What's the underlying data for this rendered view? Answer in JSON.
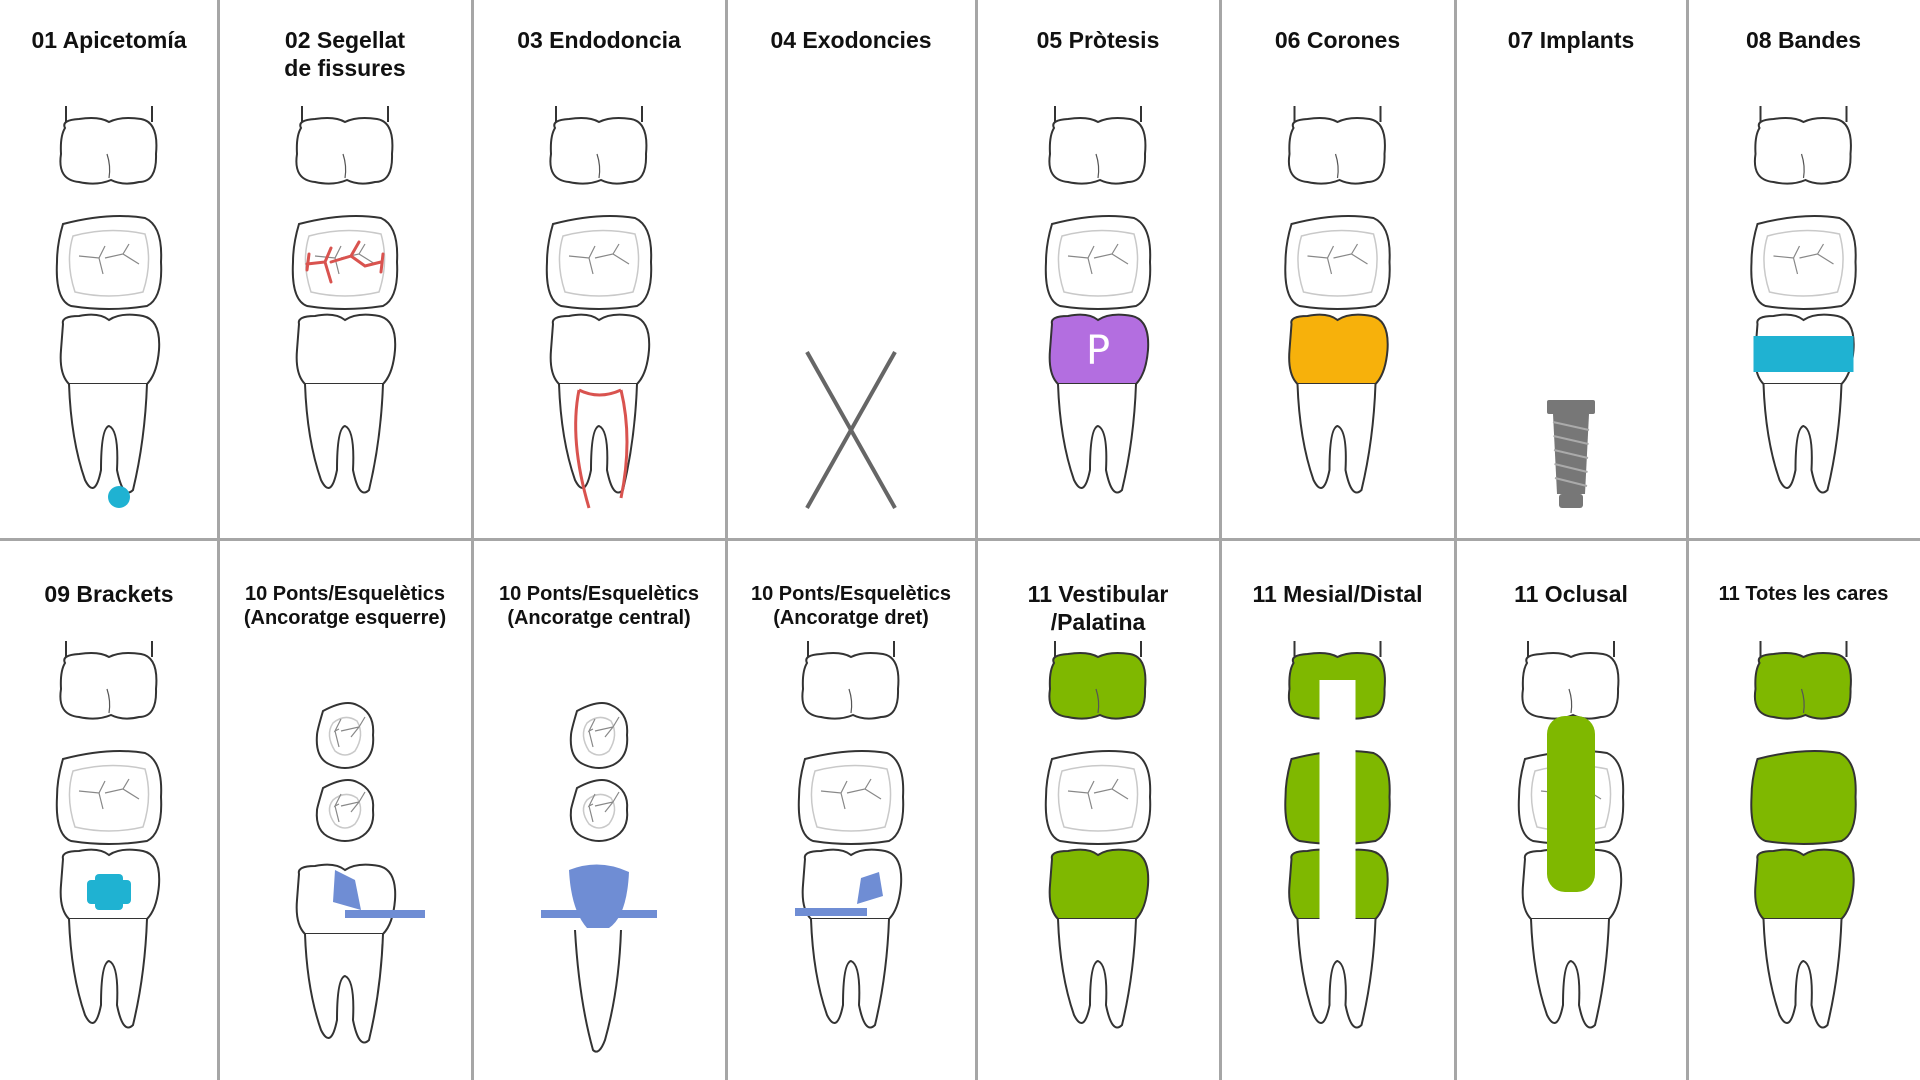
{
  "colors": {
    "outline": "#333333",
    "fissure": "#c9c9c9",
    "apicectomy": "#1fb2d2",
    "sealant": "#d9534f",
    "endodontic": "#d9534f",
    "extraction": "#666666",
    "prosthesis": "#b36ee0",
    "crown": "#f7b10b",
    "implant": "#777777",
    "band": "#1fb2d2",
    "bracket": "#1fb2d2",
    "bridge": "#6f8dd4",
    "surface": "#7fb800",
    "divider": "#a6a6a6"
  },
  "cells": [
    {
      "title": [
        "01 Apicetomía"
      ],
      "treatment": "apicectomy"
    },
    {
      "title": [
        "02 Segellat",
        "de fissures"
      ],
      "treatment": "sealant"
    },
    {
      "title": [
        "03 Endodoncia"
      ],
      "treatment": "endodontic"
    },
    {
      "title": [
        "04 Exodoncies"
      ],
      "treatment": "extraction"
    },
    {
      "title": [
        "05 Pròtesis"
      ],
      "treatment": "prosthesis",
      "badge": "P"
    },
    {
      "title": [
        "06 Corones"
      ],
      "treatment": "crown"
    },
    {
      "title": [
        "07 Implants"
      ],
      "treatment": "implant"
    },
    {
      "title": [
        "08 Bandes"
      ],
      "treatment": "band"
    },
    {
      "title": [
        "09 Brackets"
      ],
      "treatment": "bracket"
    },
    {
      "title": [
        "10 Ponts/Esquelètics",
        "(Ancoratge esquerre)"
      ],
      "treatment": "bridge-left"
    },
    {
      "title": [
        "10 Ponts/Esquelètics",
        "(Ancoratge central)"
      ],
      "treatment": "bridge-center"
    },
    {
      "title": [
        "10 Ponts/Esquelètics",
        "(Ancoratge dret)"
      ],
      "treatment": "bridge-right"
    },
    {
      "title": [
        "11 Vestibular",
        "/Palatina"
      ],
      "treatment": "surface-vestibular"
    },
    {
      "title": [
        "11 Mesial/Distal"
      ],
      "treatment": "surface-mesial"
    },
    {
      "title": [
        "11 Oclusal"
      ],
      "treatment": "surface-occlusal"
    },
    {
      "title": [
        "11 Totes les cares"
      ],
      "treatment": "surface-all"
    }
  ]
}
